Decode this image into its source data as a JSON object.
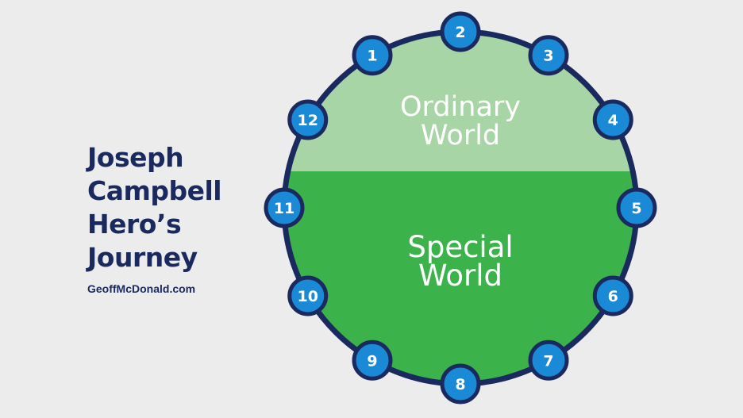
{
  "title": {
    "lines": [
      "Joseph",
      "Campbell",
      "Hero’s",
      "Journey"
    ],
    "website": "GeoffMcDonald.com"
  },
  "diagram": {
    "ordinary_world": [
      "Ordinary",
      "World"
    ],
    "special_world": [
      "Special",
      "World"
    ],
    "stages": [
      "1",
      "2",
      "3",
      "4",
      "5",
      "6",
      "7",
      "8",
      "9",
      "10",
      "11",
      "12"
    ]
  },
  "colors": {
    "background": "#ececec",
    "navy": "#1b2a5e",
    "ordinary_fill": "#a8d5a6",
    "special_fill": "#3bb34a",
    "node_fill": "#1b8ad6"
  }
}
